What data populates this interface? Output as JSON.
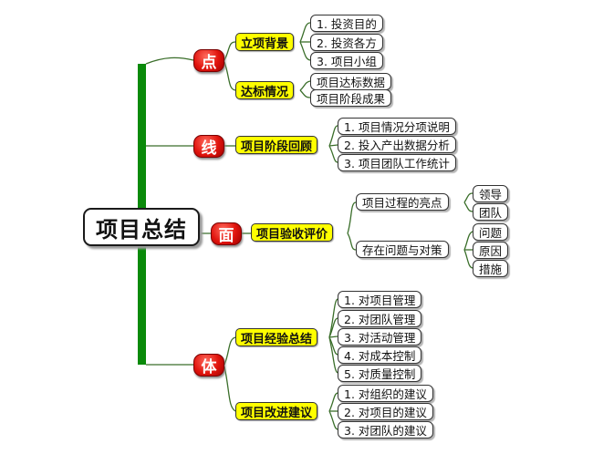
{
  "root": "项目总结",
  "branches": [
    {
      "marker": "点",
      "groups": [
        {
          "label": "立项背景",
          "items": [
            "1.  投资目的",
            "2.  投资各方",
            "3.  项目小组"
          ]
        },
        {
          "label": "达标情况",
          "items": [
            "项目达标数据",
            "项目阶段成果"
          ]
        }
      ]
    },
    {
      "marker": "线",
      "groups": [
        {
          "label": "项目阶段回顾",
          "items": [
            "1.  项目情况分项说明",
            "2.  投入产出数据分析",
            "3.  项目团队工作统计"
          ]
        }
      ]
    },
    {
      "marker": "面",
      "groups": [
        {
          "label": "项目验收评价",
          "subgroups": [
            {
              "label": "项目过程的亮点",
              "items": [
                "领导",
                "团队"
              ]
            },
            {
              "label": "存在问题与对策",
              "items": [
                "问题",
                "原因",
                "措施"
              ]
            }
          ]
        }
      ]
    },
    {
      "marker": "体",
      "groups": [
        {
          "label": "项目经验总结",
          "items": [
            "1.  对项目管理",
            "2.  对团队管理",
            "3.  对活动管理",
            "4.  对成本控制",
            "5.  对质量控制"
          ]
        },
        {
          "label": "项目改进建议",
          "items": [
            "1.  对组织的建议",
            "2.  对项目的建议",
            "3.  对团队的建议"
          ]
        }
      ]
    }
  ]
}
